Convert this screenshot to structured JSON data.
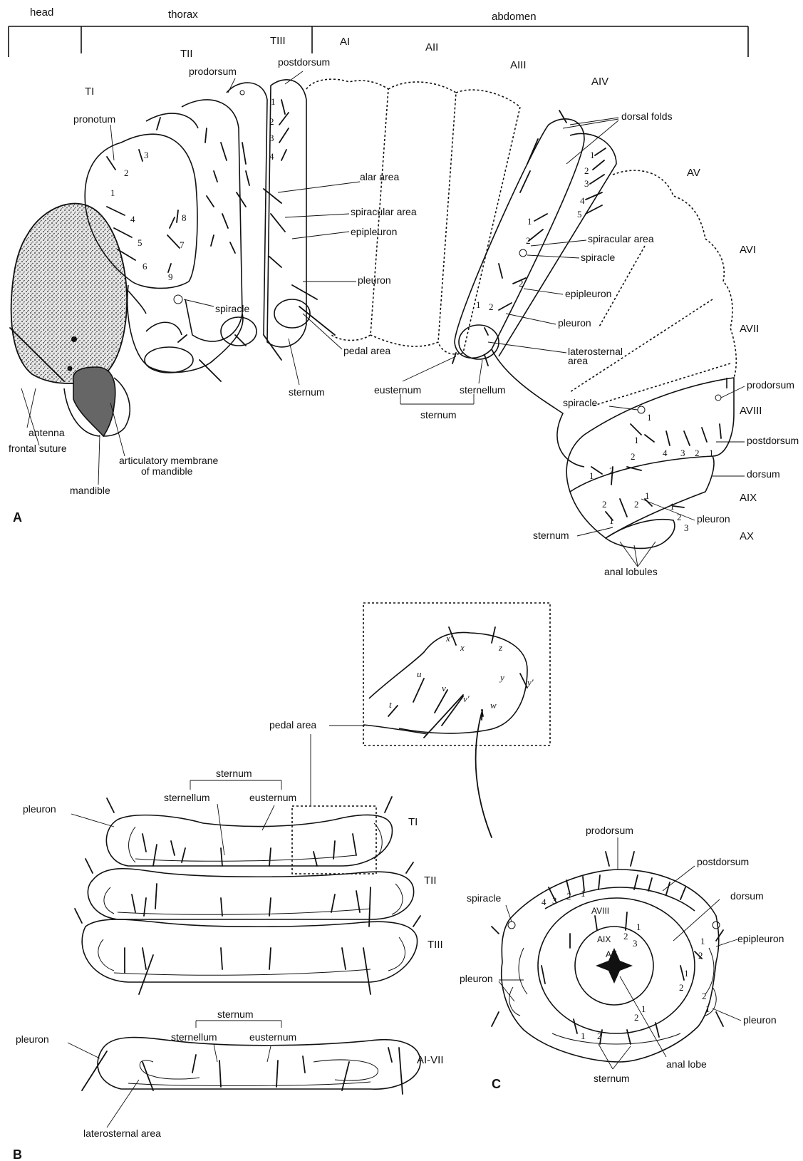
{
  "panels": {
    "a": "A",
    "b": "B",
    "c": "C"
  },
  "regions": {
    "head": "head",
    "thorax": "thorax",
    "abdomen": "abdomen"
  },
  "segments": {
    "t1": "TI",
    "t2": "TII",
    "t3": "TIII",
    "a1": "AI",
    "a2": "AII",
    "a3": "AIII",
    "a4": "AIV",
    "a5": "AV",
    "a6": "AVI",
    "a7": "AVII",
    "a8": "AVIII",
    "a9": "AIX",
    "a10": "AX",
    "a1_7": "AI-VII"
  },
  "panel_a": {
    "pronotum": "pronotum",
    "prodorsum": "prodorsum",
    "postdorsum": "postdorsum",
    "dorsal_folds": "dorsal folds",
    "alar_area": "alar area",
    "spiracular_area_1": "spiracular area",
    "epipleuron_1": "epipleuron",
    "pleuron_1": "pleuron",
    "spiracle_1": "spiracle",
    "pedal_area": "pedal area",
    "sternum_1": "sternum",
    "eusternum": "eusternum",
    "sternellum": "sternellum",
    "sternum_2": "sternum",
    "spiracular_area_2": "spiracular area",
    "spiracle_2": "spiracle",
    "epipleuron_2": "epipleuron",
    "pleuron_2": "pleuron",
    "laterosternal_line1": "laterosternal",
    "laterosternal_line2": "area",
    "prodorsum_2": "prodorsum",
    "spiracle_3": "spiracle",
    "postdorsum_2": "postdorsum",
    "dorsum": "dorsum",
    "pleuron_3": "pleuron",
    "sternum_3": "sternum",
    "anal_lobules": "anal lobules",
    "antenna": "antenna",
    "frontal_suture": "frontal suture",
    "mandible": "mandible",
    "artic_line1": "articulatory membrane",
    "artic_line2": "of mandible"
  },
  "panel_b": {
    "pedal_area": "pedal area",
    "sternum": "sternum",
    "sternellum": "sternellum",
    "eusternum": "eusternum",
    "pleuron": "pleuron",
    "sternum_2": "sternum",
    "sternellum_2": "sternellum",
    "eusternum_2": "eusternum",
    "pleuron_2": "pleuron",
    "laterosternal_area": "laterosternal area",
    "setae": {
      "x1": "x'",
      "x": "x",
      "z": "z",
      "u": "u",
      "y": "y",
      "y1": "y'",
      "t": "t",
      "v": "v",
      "v1": "v'",
      "w": "w"
    }
  },
  "panel_c": {
    "prodorsum": "prodorsum",
    "postdorsum": "postdorsum",
    "dorsum": "dorsum",
    "spiracle": "spiracle",
    "epipleuron": "epipleuron",
    "pleuron_left": "pleuron",
    "pleuron_right": "pleuron",
    "sternum": "sternum",
    "anal_lobe": "anal lobe"
  },
  "numbers": {
    "n1": "1",
    "n2": "2",
    "n3": "3",
    "n4": "4",
    "n5": "5",
    "n6": "6",
    "n7": "7",
    "n8": "8",
    "n9": "9"
  }
}
